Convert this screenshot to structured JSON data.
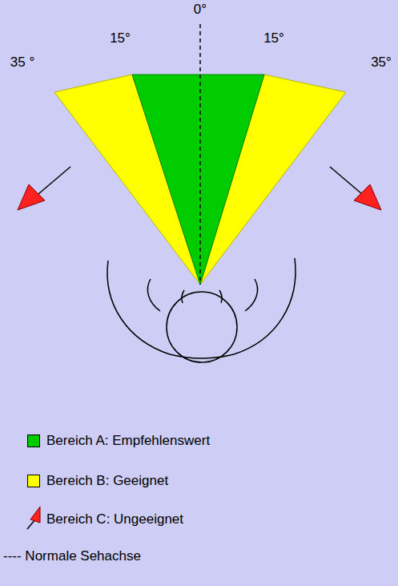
{
  "diagram": {
    "labels": [
      "0°",
      "15°",
      "15°",
      "35 °",
      "35°"
    ],
    "legend": [
      {
        "text": "Bereich A: Empfehlenswert",
        "color": "#00cc00"
      },
      {
        "text": "Bereich B: Geeignet",
        "color": "#ffff00"
      },
      {
        "text": "Bereich C: Ungeeignet"
      },
      {
        "text": "---- Normale Sehachse"
      }
    ]
  }
}
